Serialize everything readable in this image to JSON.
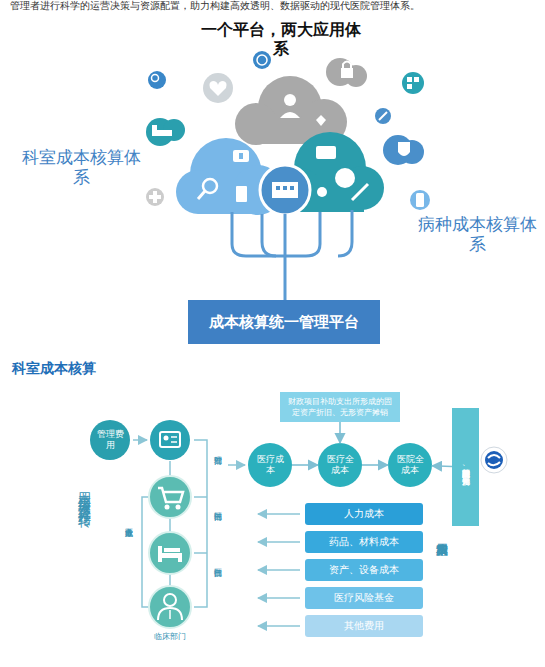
{
  "diagram": {
    "title": "一个平台，两大应用体系",
    "nodes": [
      {
        "text": [
          "成本核算统一管理平台"
        ]
      },
      {
        "text": [
          "管理费用"
        ]
      },
      {
        "text": [
          "医疗成本"
        ]
      },
      {
        "text": [
          "医疗全成本"
        ]
      },
      {
        "text": [
          "医院全成本"
        ]
      },
      {
        "text": [
          "财政项目补助支出所形成的固定资产折旧、无形资产摊销"
        ]
      },
      {
        "text": [
          "科教项目支出形成的固定资产折旧、无形资产摊销"
        ]
      },
      {
        "text": [
          "人力成本"
        ]
      },
      {
        "text": [
          "药品、材料成本"
        ]
      },
      {
        "text": [
          "资产、设备成本"
        ]
      },
      {
        "text": [
          "医疗风险基金"
        ]
      },
      {
        "text": [
          "其他费用"
        ]
      }
    ],
    "edges": [
      {
        "from": 2,
        "to": 3,
        "arrow": "to"
      },
      {
        "from": 3,
        "to": 4,
        "arrow": "to"
      },
      {
        "from": 5,
        "to": 3,
        "arrow": "to"
      },
      {
        "from": 6,
        "to": 4,
        "arrow": "to"
      }
    ],
    "labels": [
      "管理者进行科学的运营决策与资源配置，助力构建高效透明、数据驱动的现代医院管理体系。",
      "科室成本核算体系",
      "病种成本核算体系",
      "科室成本核算",
      "管理部门",
      "医辅部门",
      "医技部门",
      "医疗业务成本",
      "临床部门",
      "四类三级分项逐级分步结转",
      "科室成本费用归集"
    ]
  }
}
